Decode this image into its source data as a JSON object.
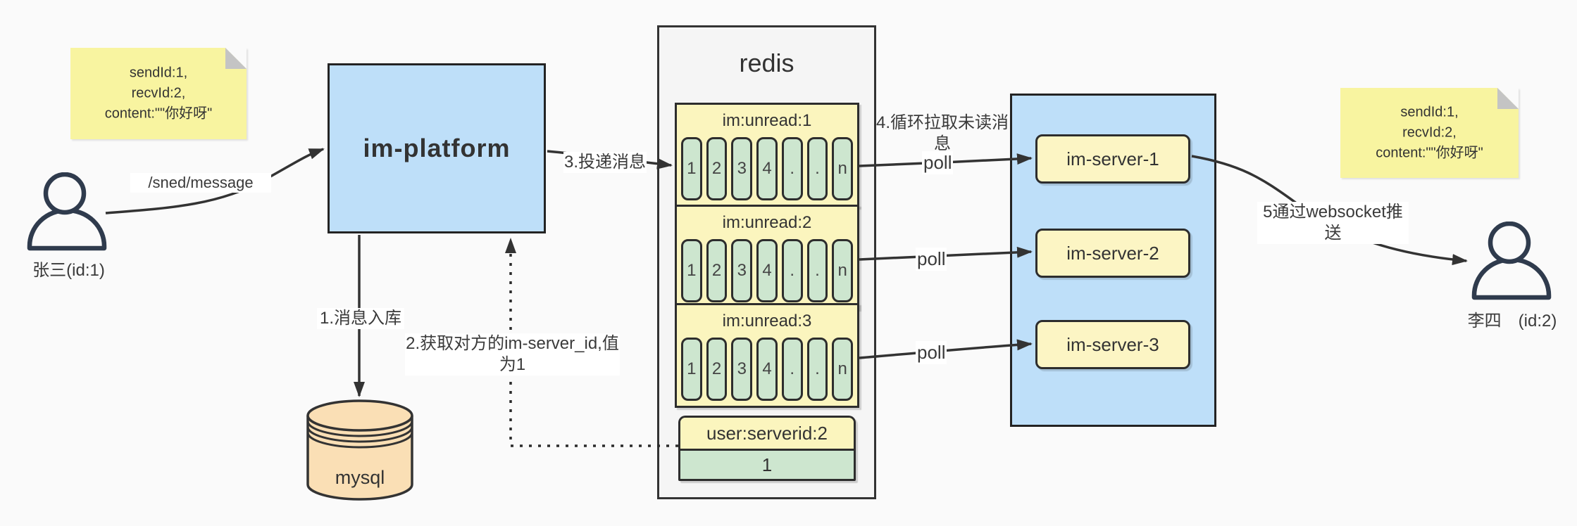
{
  "notes": {
    "left": {
      "lines": [
        "sendId:1,",
        "recvId:2,",
        "content:\"\"你好呀\""
      ]
    },
    "right": {
      "lines": [
        "sendId:1,",
        "recvId:2,",
        "content:\"\"你好呀\""
      ]
    }
  },
  "actors": {
    "sender": {
      "label": "张三(id:1)"
    },
    "receiver": {
      "label": "李四　(id:2)"
    }
  },
  "platform": {
    "label": "im-platform"
  },
  "database": {
    "label": "mysql"
  },
  "redis": {
    "title": "redis",
    "unread": [
      {
        "title": "im:unread:1",
        "cells": [
          "1",
          "2",
          "3",
          "4",
          ".",
          ".",
          "n"
        ]
      },
      {
        "title": "im:unread:2",
        "cells": [
          "1",
          "2",
          "3",
          "4",
          ".",
          ".",
          "n"
        ]
      },
      {
        "title": "im:unread:3",
        "cells": [
          "1",
          "2",
          "3",
          "4",
          ".",
          ".",
          "n"
        ]
      }
    ],
    "user_serverid": {
      "title": "user:serverid:2",
      "value": "1"
    }
  },
  "servers": [
    {
      "label": "im-server-1"
    },
    {
      "label": "im-server-2"
    },
    {
      "label": "im-server-3"
    }
  ],
  "edges": {
    "send": "/sned/message",
    "step1": "1.消息入库",
    "step2": "2.获取对方的im-server_id,值为1",
    "step3": "3.投递消息",
    "step4": "4.循环拉取未读消息",
    "step5": "5通过websocket推送",
    "poll1": "poll",
    "poll2": "poll",
    "poll3": "poll"
  },
  "colors": {
    "node_blue": "#BEDFF9",
    "block_yellow": "#FBF5BE",
    "note_yellow": "#F8F4A0",
    "cell_green": "#CDE6CF",
    "db_tan": "#FADFB5",
    "container_gray": "#F5F5F5",
    "border_dark": "#2D2D2D",
    "person_stroke": "#2F3B4D"
  }
}
